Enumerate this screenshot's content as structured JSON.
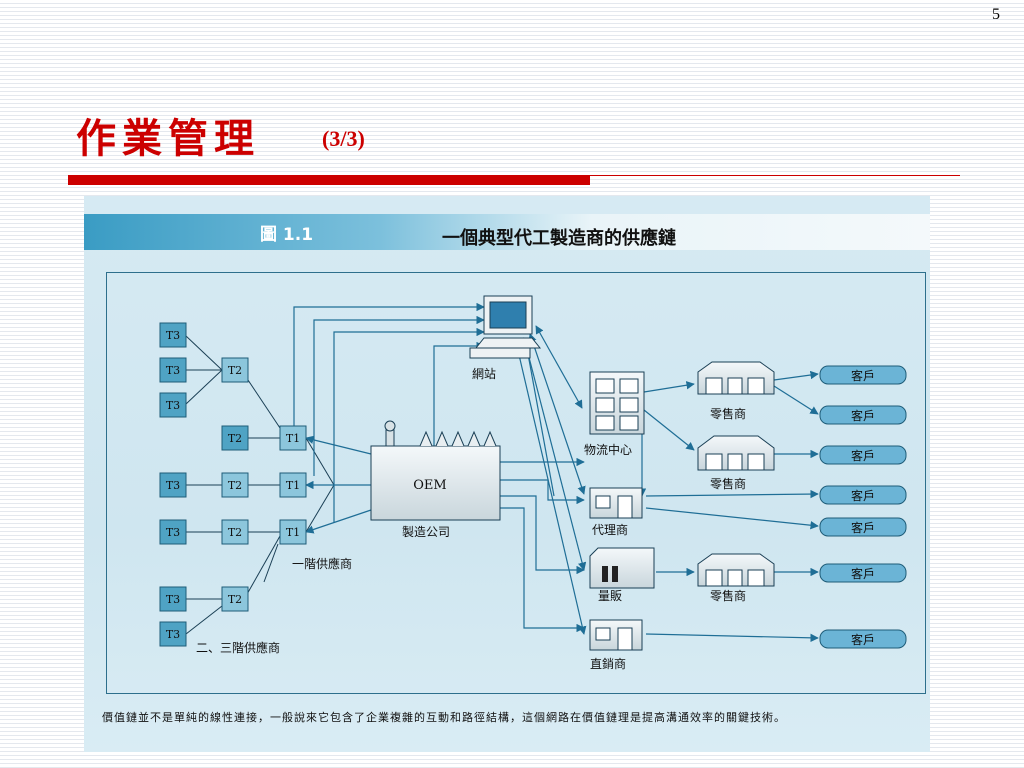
{
  "slide": {
    "number": "5",
    "title": "作業管理",
    "title_suffix": "(3/3)"
  },
  "figure": {
    "label": "圖 1.1",
    "title": "一個典型代工製造商的供應鏈",
    "caption": "價值鏈並不是單純的線性連接，一般說來它包含了企業複雜的互動和路徑結構，這個網路在價值鏈理是提高溝通效率的關鍵技術。"
  },
  "diagram": {
    "t3_label": "T3",
    "t2_label": "T2",
    "t1_label": "T1",
    "oem_label": "OEM",
    "website_label": "網站",
    "manufacturer_label": "製造公司",
    "tier1_label": "一階供應商",
    "tier23_label": "二、三階供應商",
    "logistics_label": "物流中心",
    "agent_label": "代理商",
    "mass_label": "量販",
    "direct_label": "直銷商",
    "retailer_label": "零售商",
    "customer_label": "客戶",
    "colors": {
      "box_fill": "#4fa3c4",
      "box_stroke": "#1e5c78",
      "arrow": "#1f6e96",
      "line": "#1a3f55",
      "customer_fill": "#6bb4d6"
    }
  }
}
